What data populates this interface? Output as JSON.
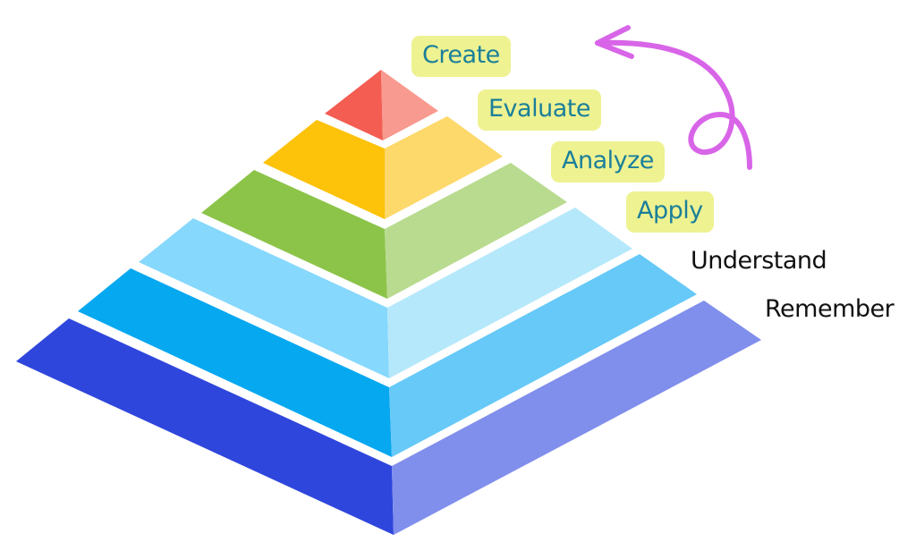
{
  "title": "Bloom's Taxonomy Pyramid",
  "levels": [
    {
      "name": "Create",
      "highlighted": true,
      "left_color": "#F45D52",
      "right_color": "#F89A90"
    },
    {
      "name": "Evaluate",
      "highlighted": true,
      "left_color": "#FDC20A",
      "right_color": "#FDD86A"
    },
    {
      "name": "Analyze",
      "highlighted": true,
      "left_color": "#8CC44A",
      "right_color": "#B9DB90"
    },
    {
      "name": "Apply",
      "highlighted": true,
      "left_color": "#86D8FC",
      "right_color": "#B5E8FB"
    },
    {
      "name": "Understand",
      "highlighted": false,
      "left_color": "#06A8F0",
      "right_color": "#66C9F8"
    },
    {
      "name": "Remember",
      "highlighted": false,
      "left_color": "#2F46DC",
      "right_color": "#808EEC"
    }
  ],
  "colors": {
    "label_text": "#1B7F9A",
    "label_bg": "#EEF291",
    "arrow": "#D865E8"
  }
}
